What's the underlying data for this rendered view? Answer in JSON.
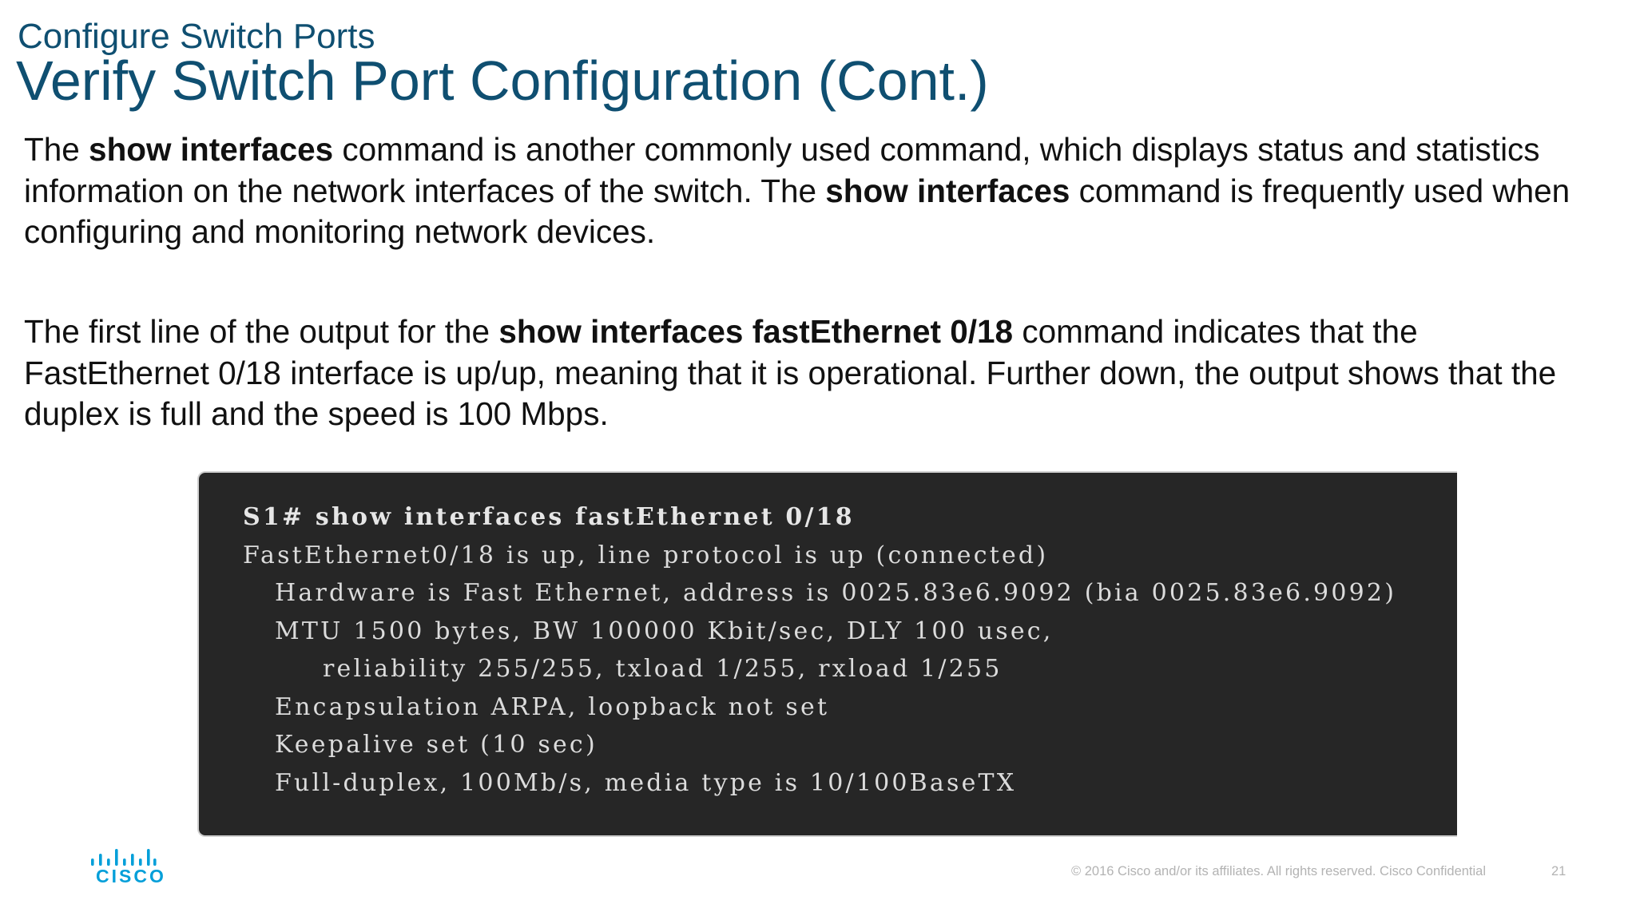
{
  "slide": {
    "kicker": "Configure Switch Ports",
    "title": "Verify Switch Port Configuration (Cont.)"
  },
  "paragraph1": {
    "t1": "The ",
    "b1": "show interfaces",
    "t2": " command is another commonly used command, which displays status and statistics information on the network interfaces of the switch. The ",
    "b2": "show interfaces",
    "t3": " command is frequently used when configuring and monitoring network devices."
  },
  "paragraph2": {
    "t1": "The first line of the output for the ",
    "b1": "show interfaces fastEthernet 0/18",
    "t2": " command indicates that the FastEthernet 0/18 interface is up/up, meaning that it is operational. Further down, the output shows that the duplex is full and the speed is 100 Mbps."
  },
  "terminal": {
    "lines": [
      "S1# show interfaces fastEthernet 0/18",
      "FastEthernet0/18 is up, line protocol is up (connected)",
      "Hardware is Fast Ethernet, address is 0025.83e6.9092 (bia 0025.83e6.9092)",
      "MTU 1500 bytes, BW 100000 Kbit/sec, DLY 100 usec,",
      "reliability 255/255, txload 1/255, rxload 1/255",
      "Encapsulation ARPA, loopback not set",
      "Keepalive set (10 sec)",
      "Full-duplex, 100Mb/s, media type is 10/100BaseTX"
    ]
  },
  "footer": {
    "logo_text": "CISCO",
    "copyright": "© 2016  Cisco and/or its affiliates. All rights reserved.   Cisco Confidential",
    "page_number": "21"
  },
  "colors": {
    "title": "#0f4f71",
    "terminal_bg": "#262626",
    "terminal_text": "#dcdcdc",
    "cisco_blue": "#049fd9",
    "footer_text": "#b3b3b3"
  }
}
